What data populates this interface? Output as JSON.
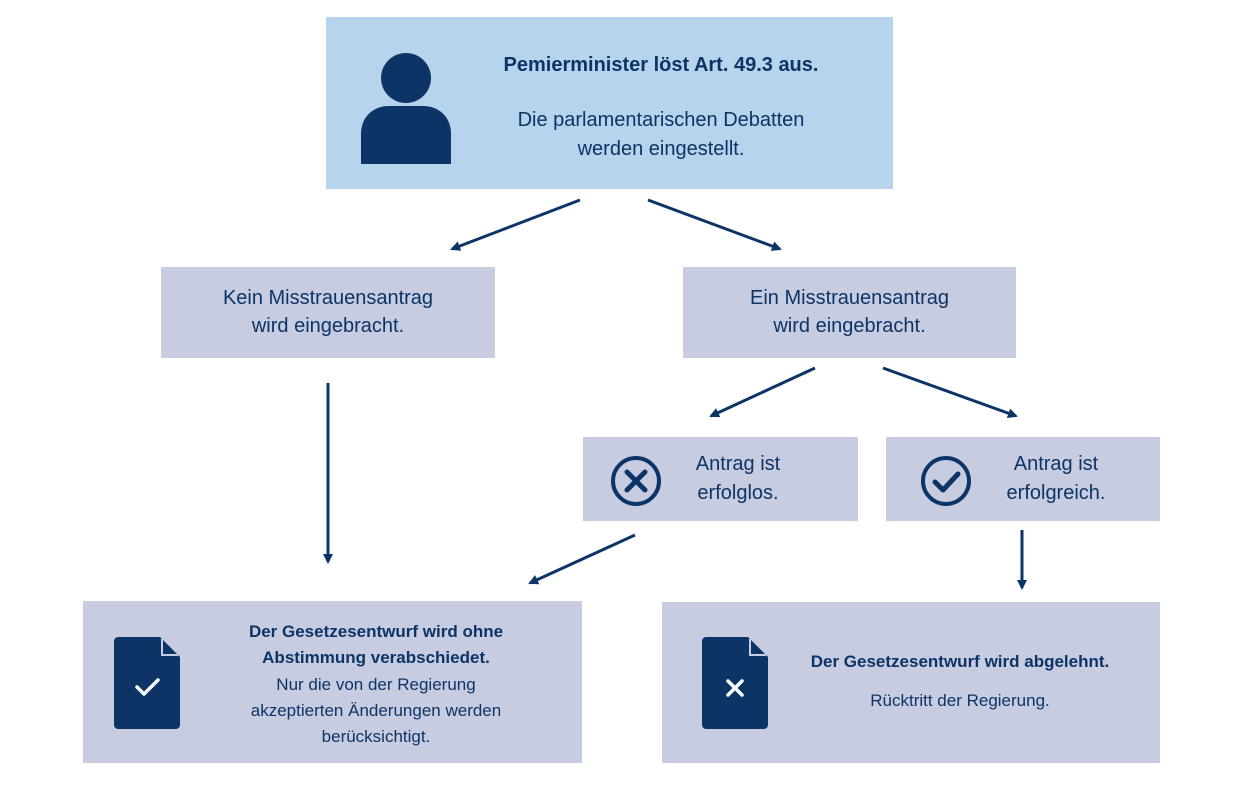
{
  "top": {
    "title": "Pemierminister löst Art. 49.3 aus.",
    "line1": "Die parlamentarischen Debatten",
    "line2": "werden eingestellt."
  },
  "left_branch": {
    "line1": "Kein Misstrauensantrag",
    "line2": "wird eingebracht."
  },
  "right_branch": {
    "line1": "Ein Misstrauensantrag",
    "line2": "wird eingebracht."
  },
  "failed": {
    "line1": "Antrag ist",
    "line2": "erfolglos."
  },
  "succeeded": {
    "line1": "Antrag ist",
    "line2": "erfolgreich."
  },
  "outcome_adopted": {
    "title1": "Der Gesetzesentwurf wird ohne",
    "title2": "Abstimmung verabschiedet.",
    "body1": "Nur die von der Regierung",
    "body2": "akzeptierten Änderungen werden",
    "body3": "berücksichtigt."
  },
  "outcome_rejected": {
    "title": "Der Gesetzesentwurf wird abgelehnt.",
    "body": "Rücktritt der Regierung."
  },
  "icons": {
    "person": "person-icon",
    "cross_circle": "x-circle-icon",
    "check_circle": "check-circle-icon",
    "document_check": "document-check-icon",
    "document_cross": "document-x-icon"
  },
  "colors": {
    "navy": "#0c3466",
    "light_blue": "#b8d3ec",
    "grey_blue": "#c7cce0"
  }
}
